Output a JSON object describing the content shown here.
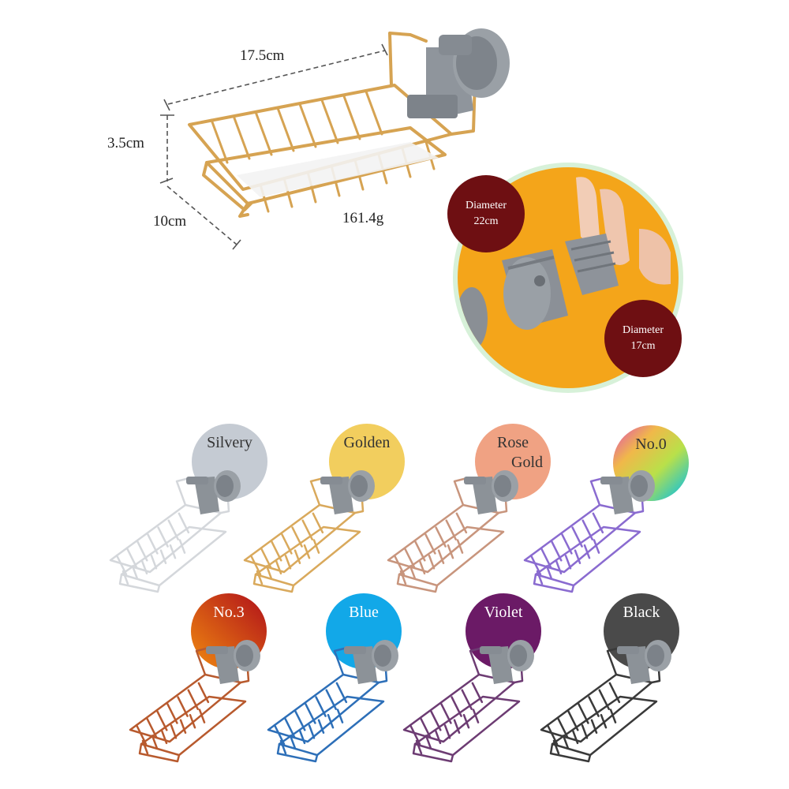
{
  "dimensions": {
    "length": "17.5cm",
    "height": "3.5cm",
    "width": "10cm",
    "weight": "161.4g"
  },
  "inset": {
    "large": {
      "line1": "Diameter",
      "line2": "22cm"
    },
    "small": {
      "line1": "Diameter",
      "line2": "17cm"
    }
  },
  "variants": [
    {
      "name": "Silvery",
      "line1": "Silvery",
      "line2": "",
      "badge_color": "#c5cbd3",
      "wire_color": "#d4d7db",
      "text_color": "#333333"
    },
    {
      "name": "Golden",
      "line1": "Golden",
      "line2": "",
      "badge_color": "#f2ce5e",
      "wire_color": "#d9a95c",
      "text_color": "#333333"
    },
    {
      "name": "Rose Gold",
      "line1": "Rose",
      "line2": "Gold",
      "badge_color": "#f0a283",
      "wire_color": "#c8957d",
      "text_color": "#333333"
    },
    {
      "name": "No.0",
      "line1": "No.0",
      "line2": "",
      "badge_color": "rainbow",
      "wire_color": "#8a6bd0",
      "text_color": "#333333"
    },
    {
      "name": "No.3",
      "line1": "No.3",
      "line2": "",
      "badge_color": "#e05a12",
      "wire_color": "#b85a2e",
      "text_color": "#ffffff"
    },
    {
      "name": "Blue",
      "line1": "Blue",
      "line2": "",
      "badge_color": "#12a8e8",
      "wire_color": "#2d6fb8",
      "text_color": "#ffffff"
    },
    {
      "name": "Violet",
      "line1": "Violet",
      "line2": "",
      "badge_color": "#6b1a66",
      "wire_color": "#6d3c73",
      "text_color": "#ffffff"
    },
    {
      "name": "Black",
      "line1": "Black",
      "line2": "",
      "badge_color": "#4a4a4a",
      "wire_color": "#3a3a3a",
      "text_color": "#ffffff"
    }
  ]
}
